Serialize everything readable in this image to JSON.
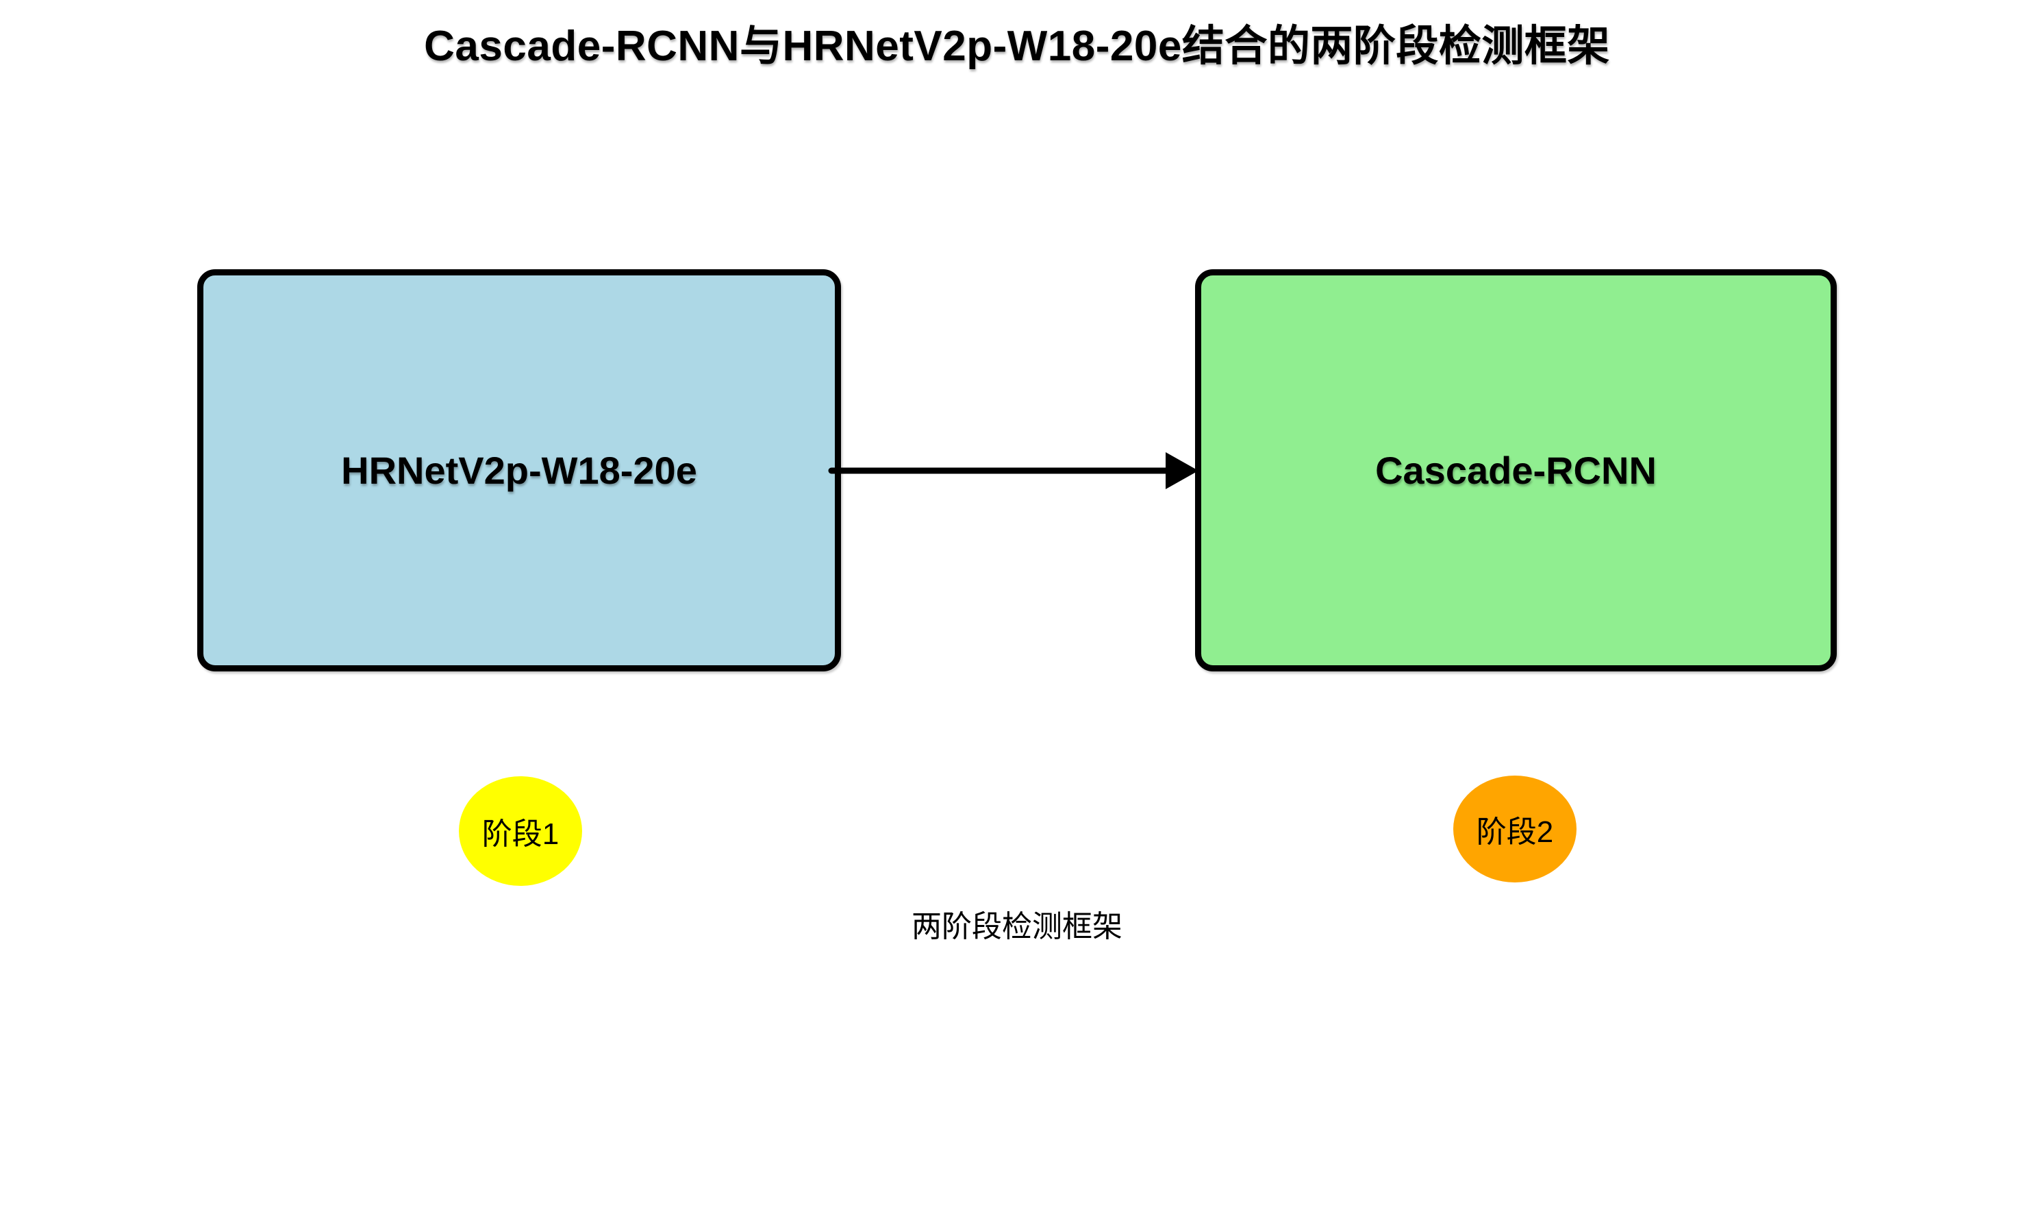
{
  "page_title": "Cascade-RCNN与HRNetV2p-W18-20e结合的两阶段检测框架",
  "diagram": {
    "nodes": [
      {
        "id": "hrnet-backbone",
        "label": "HRNetV2p-W18-20e",
        "fill": "#ADD8E6",
        "border_color": "#000000",
        "stage": "阶段1"
      },
      {
        "id": "cascade-rcnn-detector",
        "label": "Cascade-RCNN",
        "fill": "#90EE90",
        "border_color": "#000000",
        "stage": "阶段2"
      }
    ],
    "connector": {
      "from": "HRNetV2p-W18-20e",
      "to": "Cascade-RCNN",
      "color": "#000000",
      "style": "solid-arrow-right"
    },
    "stage_badges": [
      {
        "label": "阶段1",
        "fill": "#FFFF00",
        "text_color": "#000000"
      },
      {
        "label": "阶段2",
        "fill": "#FFA500",
        "text_color": "#000000"
      }
    ],
    "caption": "两阶段检测框架"
  },
  "background_color": "#FFFFFF"
}
